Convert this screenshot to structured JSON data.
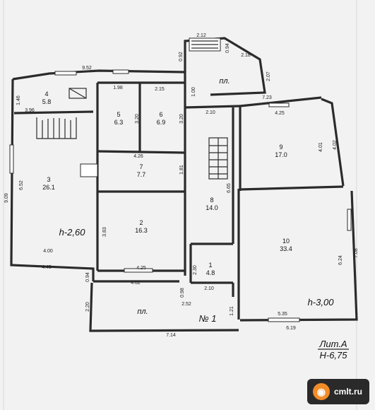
{
  "rooms": [
    {
      "num": "1",
      "area": "4.8"
    },
    {
      "num": "2",
      "area": "16.3"
    },
    {
      "num": "3",
      "area": "26.1"
    },
    {
      "num": "4",
      "area": "5.8"
    },
    {
      "num": "5",
      "area": "6.3"
    },
    {
      "num": "6",
      "area": "6.9"
    },
    {
      "num": "7",
      "area": "7.7"
    },
    {
      "num": "8",
      "area": "14.0"
    },
    {
      "num": "9",
      "area": "17.0"
    },
    {
      "num": "10",
      "area": "33.4"
    }
  ],
  "dims": {
    "d212": "2.12",
    "d092": "0.92",
    "d094a": "0.94",
    "d218": "2.18",
    "d207": "2.07",
    "d952": "9.52",
    "d198": "1.98",
    "d215": "2.15",
    "d100": "1.00",
    "d723": "7.23",
    "d146": "1.46",
    "d396": "3.96",
    "d210a": "2.10",
    "d320a": "3.20",
    "d320b": "3.20",
    "d425a": "4.25",
    "d401": "4.01",
    "d402": "4.02",
    "d426": "4.26",
    "d652": "6.52",
    "d909": "9.09",
    "d181": "1.81",
    "d665": "6.65",
    "d383": "3.83",
    "d624": "6.24",
    "d708": "7.08",
    "d400": "4.00",
    "d445": "4.45",
    "d230": "2.30",
    "d094b": "0.94",
    "d425b": "4.25",
    "d462": "4.62",
    "d098": "0.98",
    "d210b": "2.10",
    "d252": "2.52",
    "d220": "2.20",
    "d121": "1.21",
    "d714": "7.14",
    "d535": "5.35",
    "d619": "6.19"
  },
  "labels": {
    "pl_top": "пл.",
    "pl_bottom": "пл.",
    "h260": "h-2,60",
    "h300": "h-3,00",
    "no1": "№ 1",
    "lit": "Лит.А",
    "h675": "Н-6,75"
  },
  "watermark": {
    "text": "cmlt.ru",
    "icon": "camera-icon"
  }
}
